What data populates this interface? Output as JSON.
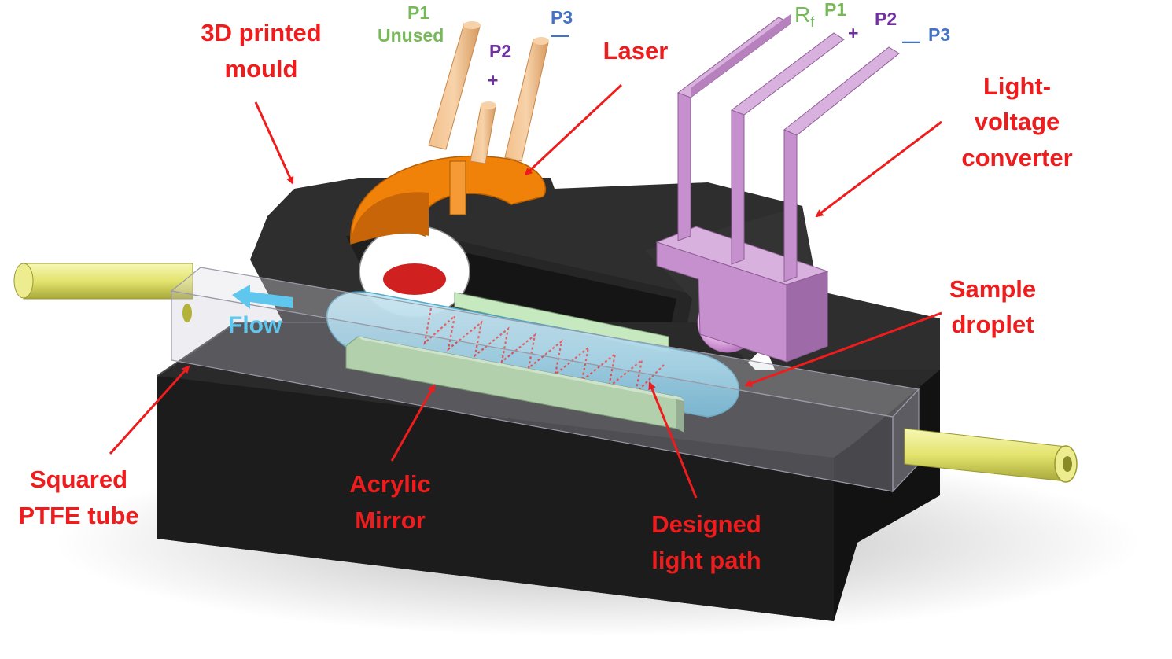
{
  "labels": {
    "mould": [
      "3D printed",
      "mould"
    ],
    "laser": "Laser",
    "converter": [
      "Light-",
      "voltage",
      "converter"
    ],
    "droplet": [
      "Sample",
      "droplet"
    ],
    "tube": [
      "Squared",
      "PTFE tube"
    ],
    "mirror": [
      "Acrylic",
      "Mirror"
    ],
    "lightpath": [
      "Designed",
      "light path"
    ],
    "flow": "Flow"
  },
  "laser_pins": {
    "p1": "P1",
    "unused": "Unused",
    "p2": "P2",
    "p2_sign": "+",
    "p3": "P3",
    "p3_sign": "—"
  },
  "converter_pins": {
    "rf": "R",
    "rf_sub": "f",
    "p1": "P1",
    "p2_sign": "+",
    "p2": "P2",
    "p3_sign": "—",
    "p3": "P3"
  },
  "colors": {
    "annotation": "#ee1c1c",
    "pin_p1": "#77b859",
    "pin_p2": "#7030a0",
    "pin_p3": "#4472c4",
    "flow_text": "#5fc6ee",
    "mould": "#2b2b2b",
    "laser": "#f0820a",
    "converter": "#cf9ed6",
    "droplet": "#8fd4ec",
    "mirror": "#a9d59a",
    "end_tubes": "#ecec8a"
  }
}
